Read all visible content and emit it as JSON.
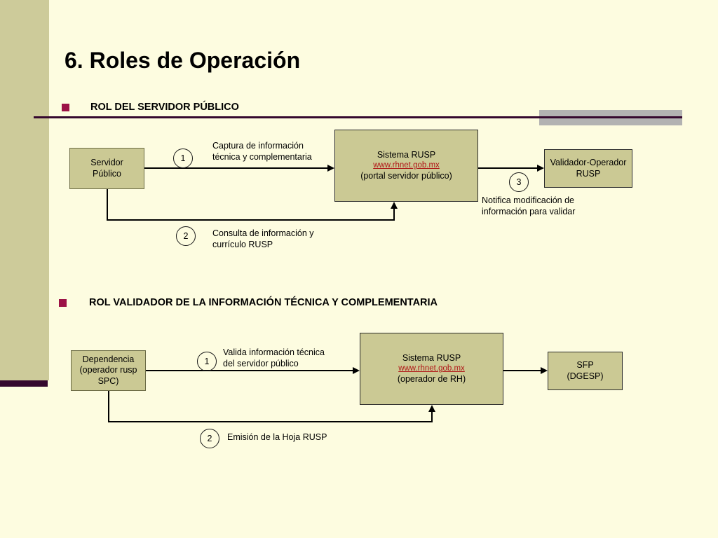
{
  "slide": {
    "title": "6. Roles de Operación",
    "background_color": "#fdfce0",
    "accent_color": "#35082e",
    "bullet_color": "#9c1246",
    "node_fill": "#cbc994",
    "link_color": "#b01818"
  },
  "sections": [
    {
      "bullet_label": "ROL DEL SERVIDOR PÚBLICO",
      "nodes": {
        "actor": {
          "line1": "Servidor",
          "line2": "Público"
        },
        "system": {
          "line1": "Sistema RUSP",
          "url": "www.rhnet.gob.mx",
          "line3": "(portal servidor público)"
        },
        "target": {
          "line1": "Validador-Operador",
          "line2": "RUSP"
        }
      },
      "steps": [
        {
          "number": "1",
          "caption": "Captura  de información\ntécnica y complementaria"
        },
        {
          "number": "2",
          "caption": "Consulta de información y\ncurrículo RUSP"
        },
        {
          "number": "3",
          "caption": "Notifica modificación de\ninformación para validar"
        }
      ]
    },
    {
      "bullet_label": "ROL VALIDADOR DE LA INFORMACIÓN TÉCNICA Y COMPLEMENTARIA",
      "nodes": {
        "actor": {
          "line1": "Dependencia",
          "line2": "(operador rusp",
          "line3": "SPC)"
        },
        "system": {
          "line1": "Sistema RUSP",
          "url": "www.rhnet.gob.mx",
          "line3": "(operador de RH)"
        },
        "target": {
          "line1": "SFP",
          "line2": "(DGESP)"
        }
      },
      "steps": [
        {
          "number": "1",
          "caption": "Valida información técnica\ndel servidor público"
        },
        {
          "number": "2",
          "caption": "Emisión de la Hoja RUSP"
        }
      ]
    }
  ]
}
